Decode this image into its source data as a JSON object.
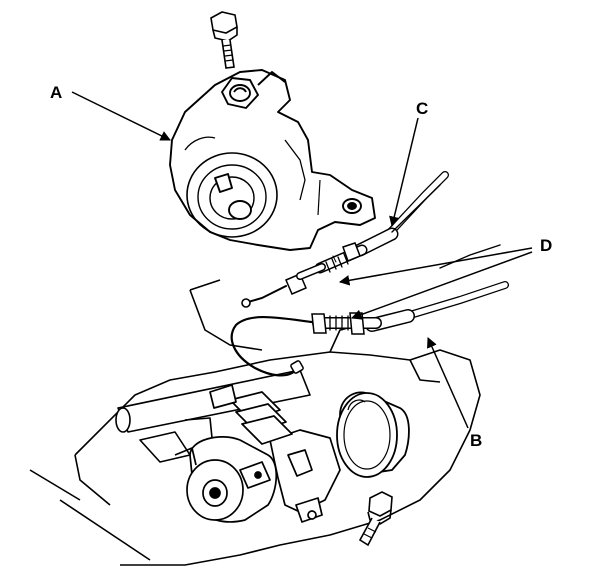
{
  "labels": {
    "a": "A",
    "b": "B",
    "c": "C",
    "d": "D"
  },
  "colors": {
    "line": "#000000",
    "fill": "#ffffff",
    "shade": "#d8d8d8"
  }
}
